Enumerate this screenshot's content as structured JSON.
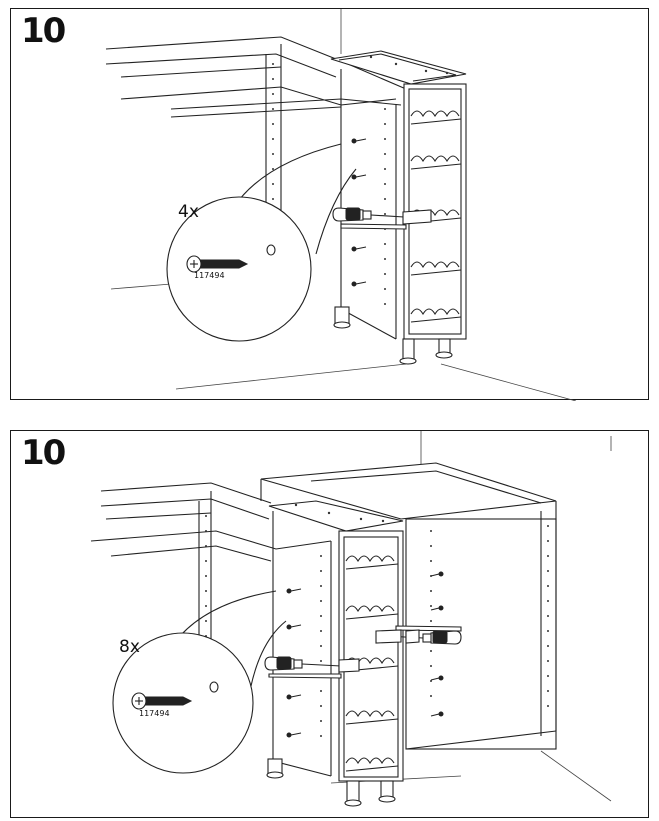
{
  "panels": [
    {
      "step": "10",
      "quantity": "4x",
      "part_number": "117494"
    },
    {
      "step": "10",
      "quantity": "8x",
      "part_number": "117494"
    }
  ],
  "colors": {
    "line": "#222222",
    "background": "#ffffff"
  },
  "icons": [
    "screw-icon",
    "screwdriver-icon",
    "wine-rack-icon"
  ]
}
